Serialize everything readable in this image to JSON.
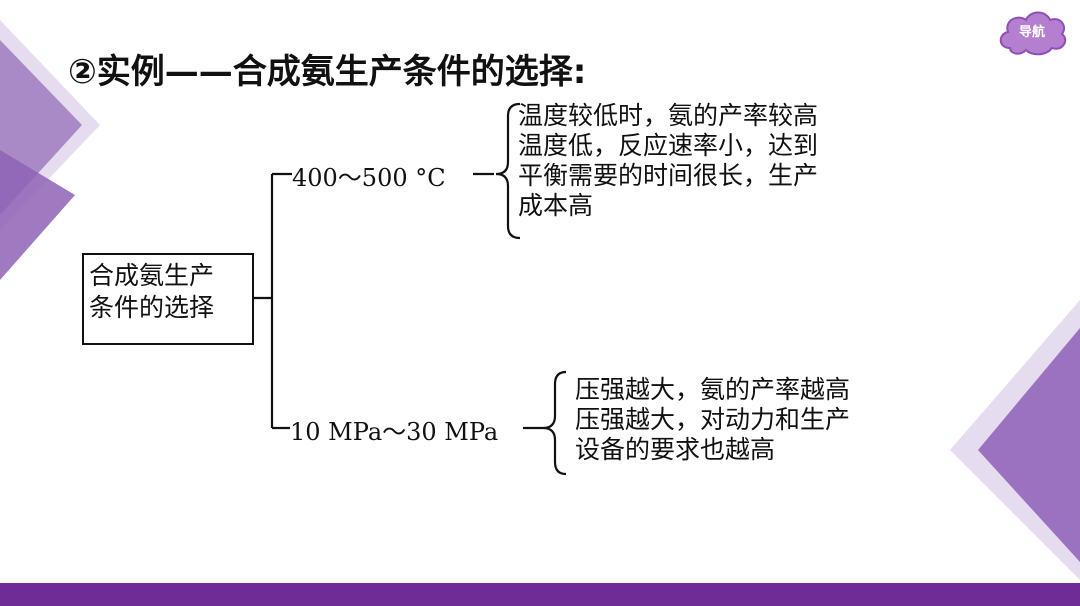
{
  "title": "②实例——合成氨生产条件的选择:",
  "nav": {
    "label": "导航"
  },
  "colors": {
    "accent": "#7b3fa0",
    "bar": "#6f2c96",
    "nav_bg": "#b57fd0"
  },
  "diagram": {
    "root_lines": [
      "合成氨生产",
      "条件的选择"
    ],
    "branches": [
      {
        "condition": "400～500 °C",
        "details": [
          "温度较低时，氨的产率较高",
          "温度低，反应速率小，达到",
          "平衡需要的时间很长，生产",
          "成本高"
        ]
      },
      {
        "condition": "10 MPa～30 MPa",
        "details": [
          "压强越大，氨的产率越高",
          "压强越大，对动力和生产",
          "设备的要求也越高"
        ]
      }
    ]
  }
}
